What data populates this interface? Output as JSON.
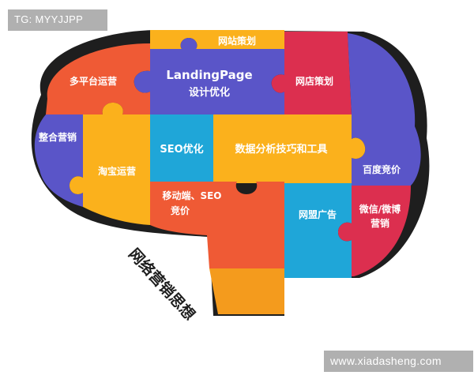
{
  "watermark_top": "TG: MYYJJPP",
  "watermark_bottom": "www.xiadasheng.com",
  "diagram": {
    "title": "网络营销思想",
    "colors": {
      "orange_red": "#ef5a35",
      "yellow": "#fbb11c",
      "purple": "#5a55c8",
      "crimson": "#dc2f4f",
      "cyan": "#1fa6d8",
      "outline": "#1e1e1e",
      "stem": "#f49b1d"
    },
    "pieces": {
      "website_planning": "网站策划",
      "multiplatform_ops": "多平台运营",
      "landing_page_line1": "LandingPage",
      "landing_page_line2": "设计优化",
      "store_planning": "网店策划",
      "integrated_marketing": "整合营销",
      "taobao_ops": "淘宝运营",
      "seo_optimization": "SEO优化",
      "data_analysis": "数据分析技巧和工具",
      "baidu_bidding": "百度竞价",
      "mobile_seo_line1": "移动端、SEO",
      "mobile_seo_line2": "竞价",
      "union_ads": "网盟广告",
      "wechat_weibo_line1": "微信/微博",
      "wechat_weibo_line2": "营销"
    }
  }
}
